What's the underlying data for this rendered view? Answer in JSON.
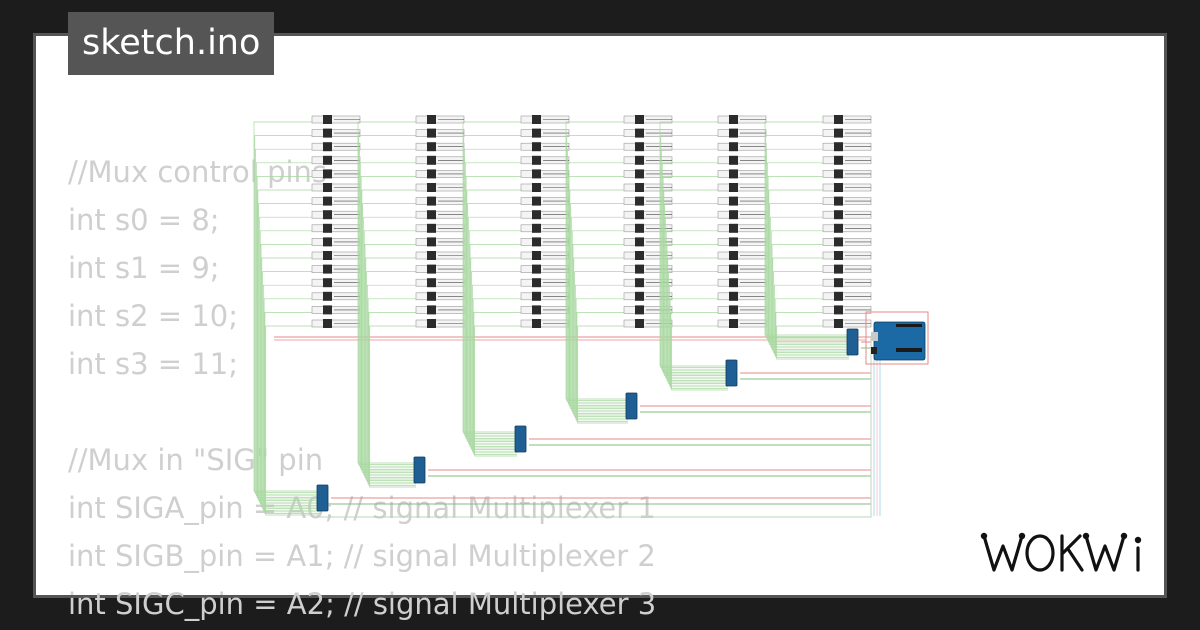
{
  "title": "sketch.ino",
  "logo_text": "WOKWI",
  "code_lines": [
    "//Mux control pins",
    "int s0 = 8;",
    "int s1 = 9;",
    "int s2 = 10;",
    "int s3 = 11;",
    "",
    "//Mux in \"SIG\" pin",
    "int SIGA_pin = A0; // signal Multiplexer 1",
    "int SIGB_pin = A1; // signal Multiplexer 2",
    "int SIGC_pin = A2; // signal Multiplexer 3"
  ],
  "colors": {
    "background": "#1c1c1c",
    "card": "#ffffff",
    "border": "#555555",
    "code_text": "#cfcfcf",
    "wire_green": "#a8d8a0",
    "wire_red": "#e48a8a",
    "mux_board": "#1f5f94",
    "pot_body": "#2b2b2b",
    "arduino_board": "#1b6aa5"
  },
  "icons": [
    "arduino-uno-icon",
    "multiplexer-board-icon",
    "slide-potentiometer-icon",
    "wokwi-logo-icon"
  ]
}
